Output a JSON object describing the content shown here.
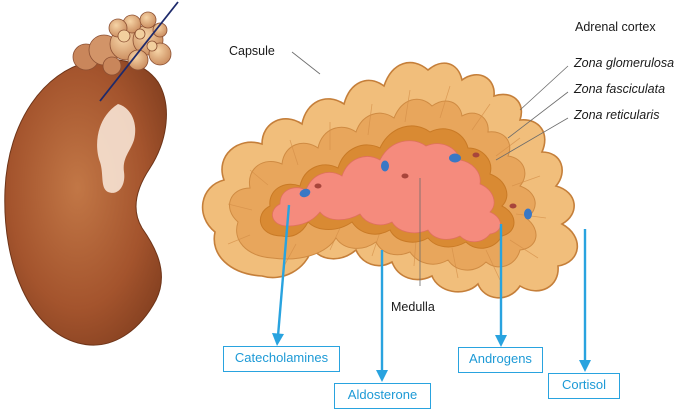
{
  "labels": {
    "capsule": "Capsule",
    "adrenal_cortex": "Adrenal cortex",
    "zona_glomerulosa": "Zona glomerulosa",
    "zona_fasciculata": "Zona fasciculata",
    "zona_reticularis": "Zona reticularis",
    "medulla": "Medulla"
  },
  "hormones": {
    "catecholamines": "Catecholamines",
    "aldosterone": "Aldosterone",
    "androgens": "Androgens",
    "cortisol": "Cortisol"
  },
  "colors": {
    "kidney": "#a4542d",
    "kidney_highlight": "#c77b4b",
    "adrenal_cap": "#d9a071",
    "capsule_fill": "#f1be7b",
    "zona_fasciculata": "#e8a65c",
    "zona_reticularis": "#d98a33",
    "medulla": "#f58b7d",
    "blue_cell": "#3a78c5",
    "red_cell": "#a8453b",
    "arrow": "#29a3df",
    "cut_line": "#1e2a6b"
  }
}
